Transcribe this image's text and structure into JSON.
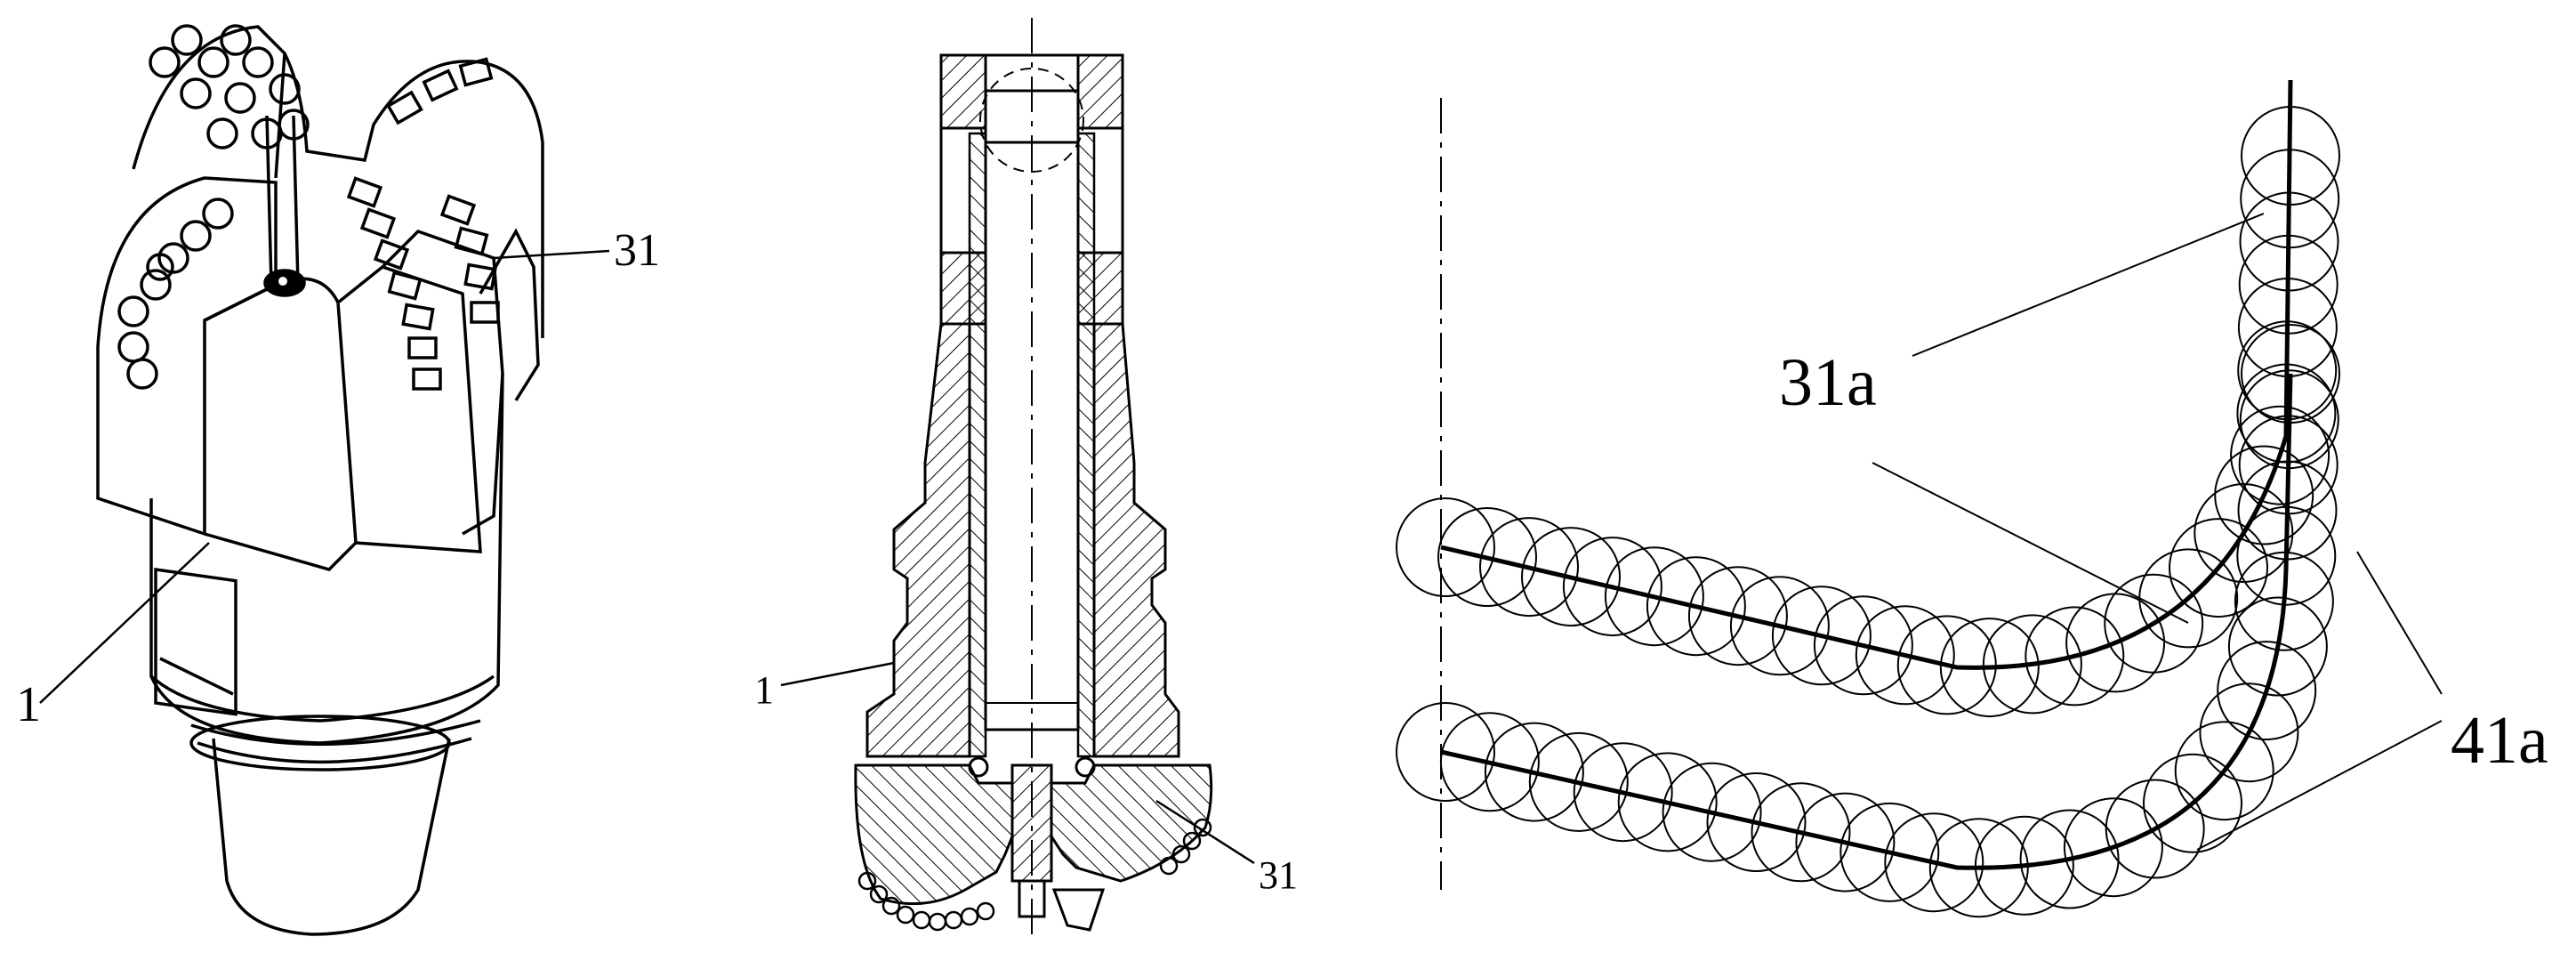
{
  "figure": {
    "bit_view": {
      "labels": [
        {
          "id": "part-1",
          "text": "1"
        },
        {
          "id": "cutter-31",
          "text": "31"
        }
      ]
    },
    "section_view": {
      "labels": [
        {
          "id": "part-1",
          "text": "1"
        },
        {
          "id": "cutter-31",
          "text": "31"
        }
      ]
    },
    "cutter_layout": {
      "labels": [
        {
          "id": "profile-31a",
          "text": "31a"
        },
        {
          "id": "profile-41a",
          "text": "41a"
        }
      ]
    }
  }
}
